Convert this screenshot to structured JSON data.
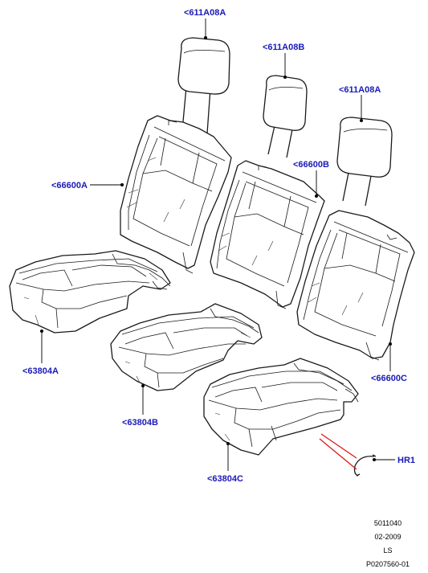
{
  "colors": {
    "callout_text": "#1a1ab8",
    "line": "#1a1a1a",
    "red_leader": "#e01010"
  },
  "callouts": {
    "headrest_left": "<611A08A",
    "headrest_center": "<611A08B",
    "headrest_right": "<611A08A",
    "backrest_left": "<66600A",
    "backrest_center": "<66600B",
    "backrest_right": "<66600C",
    "cushion_left": "<63804A",
    "cushion_center": "<63804B",
    "cushion_right": "<63804C",
    "hog_ring": "HR1"
  },
  "footer": {
    "code": "5011040",
    "date": "02-2009",
    "model": "LS",
    "ref": "P0207560-01"
  }
}
